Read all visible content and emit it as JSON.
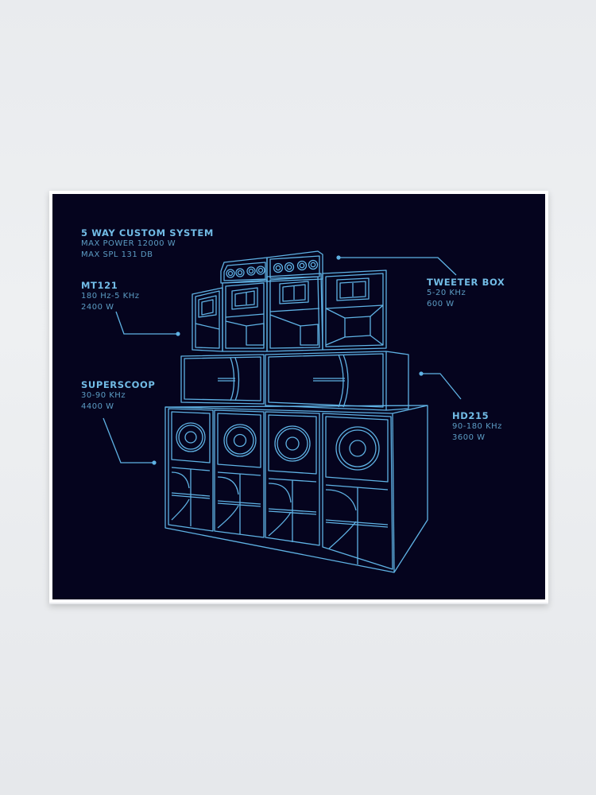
{
  "poster": {
    "background_color": "#05041e",
    "line_color": "#5fb2e4",
    "frame_color": "#ffffff",
    "wall_color": "#eceef0"
  },
  "labels": {
    "system": {
      "title": "5 WAY CUSTOM SYSTEM",
      "lines": [
        "MAX POWER 12000 W",
        "MAX SPL 131 DB"
      ]
    },
    "mt121": {
      "title": "MT121",
      "lines": [
        "180 Hz-5 KHz",
        "2400 W"
      ]
    },
    "superscoop": {
      "title": "SUPERSCOOP",
      "lines": [
        "30-90 KHz",
        "4400 W"
      ]
    },
    "tweeter_box": {
      "title": "TWEETER BOX",
      "lines": [
        "5-20 KHz",
        "600 W"
      ]
    },
    "hd215": {
      "title": "HD215",
      "lines": [
        "90-180 KHz",
        "3600 W"
      ]
    }
  }
}
